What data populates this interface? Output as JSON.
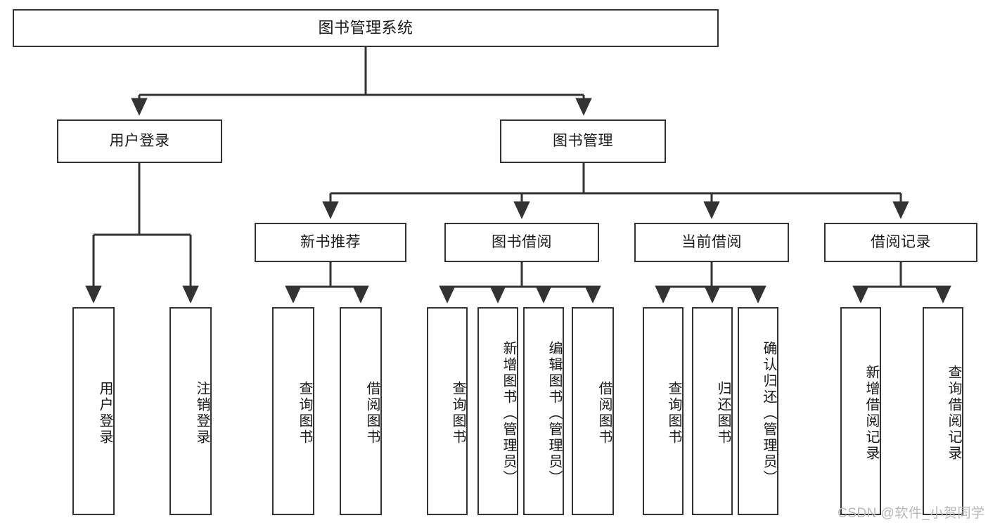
{
  "diagram": {
    "title": "图书管理系统",
    "type": "tree-hierarchy-chart",
    "background_color": "#ffffff",
    "line_color": "#333333",
    "text_color": "#1a1a1a"
  },
  "watermark": {
    "text": "CSDN @软件_小贺同学",
    "color": "#b9b9b9"
  },
  "nodes": {
    "root": {
      "label": "图书管理系统"
    },
    "level2": [
      {
        "id": "user-login",
        "label": "用户登录"
      },
      {
        "id": "book-management",
        "label": "图书管理"
      }
    ],
    "level3": [
      {
        "id": "new-book-recommend",
        "label": "新书推荐"
      },
      {
        "id": "book-borrow",
        "label": "图书借阅"
      },
      {
        "id": "current-borrow",
        "label": "当前借阅"
      },
      {
        "id": "borrow-record",
        "label": "借阅记录"
      }
    ],
    "leaves": {
      "user_login": [
        {
          "id": "leaf-user-login",
          "label": "用户登录"
        },
        {
          "id": "leaf-logout",
          "label": "注销登录"
        }
      ],
      "new_book_recommend": [
        {
          "id": "leaf-query-book-1",
          "label": "查询图书"
        },
        {
          "id": "leaf-borrow-book-1",
          "label": "借阅图书"
        }
      ],
      "book_borrow": [
        {
          "id": "leaf-query-book-2",
          "label": "查询图书"
        },
        {
          "id": "leaf-add-book",
          "label": "新增图书（管理员）"
        },
        {
          "id": "leaf-edit-book",
          "label": "编辑图书（管理员）"
        },
        {
          "id": "leaf-borrow-book-2",
          "label": "借阅图书"
        }
      ],
      "current_borrow": [
        {
          "id": "leaf-query-book-3",
          "label": "查询图书"
        },
        {
          "id": "leaf-return-book",
          "label": "归还图书"
        },
        {
          "id": "leaf-confirm-return",
          "label": "确认归还（管理员）"
        }
      ],
      "borrow_record": [
        {
          "id": "leaf-add-record",
          "label": "新增借阅记录"
        },
        {
          "id": "leaf-query-record",
          "label": "查询借阅记录"
        }
      ]
    }
  }
}
